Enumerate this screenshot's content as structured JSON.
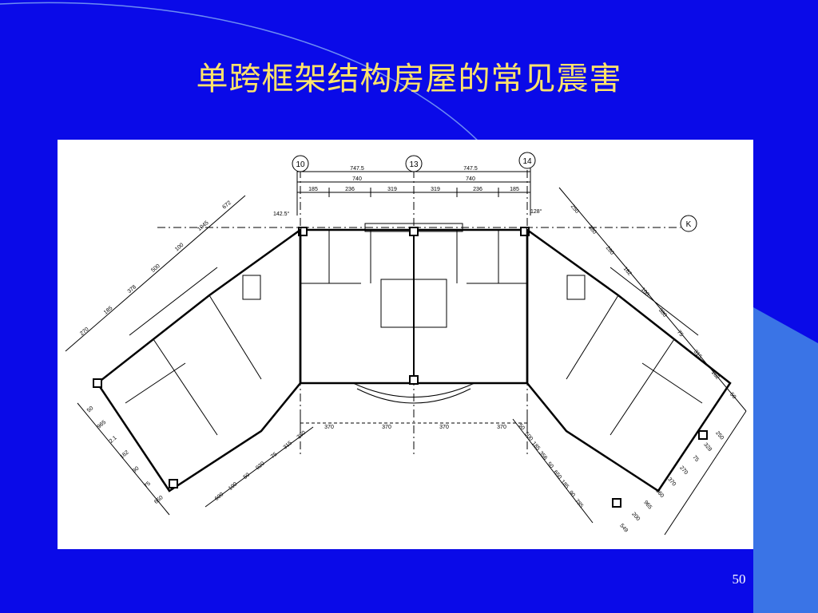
{
  "slide": {
    "title": "单跨框架结构房屋的常见震害",
    "page_number": "50"
  },
  "colors": {
    "background": "#0a0ae8",
    "curve": "#6c8cf2",
    "title": "#ffe36a",
    "page_number": "#ffffff",
    "side_shape": "#3a74e6"
  },
  "drawing": {
    "axis_labels": [
      "10",
      "13",
      "14",
      "K"
    ],
    "angle_labels": [
      "142.5°",
      "128°"
    ],
    "top_dimensions": {
      "overall": [
        "747.5",
        "747.5"
      ],
      "second": [
        "740",
        "740"
      ],
      "third": [
        "185",
        "236",
        "319",
        "319",
        "236",
        "185"
      ]
    },
    "bottom_dimensions": [
      "370",
      "370",
      "370",
      "370"
    ],
    "left_wing_dimensions": [
      "672",
      "50",
      "600",
      "1045",
      "965",
      "100",
      "100",
      "2.1",
      "50",
      "500",
      "162",
      "920",
      "378",
      "90",
      "75",
      "185",
      "75",
      "315",
      "270",
      "650",
      "380"
    ],
    "right_wing_dimensions": [
      "250",
      "50",
      "549",
      "380",
      "500",
      "200",
      "280",
      "185",
      "965",
      "162",
      "356",
      "860",
      "100",
      "50",
      "370",
      "380",
      "650",
      "270",
      "75",
      "185",
      "75",
      "315",
      "90",
      "328",
      "162",
      "785",
      "250",
      "50"
    ]
  }
}
